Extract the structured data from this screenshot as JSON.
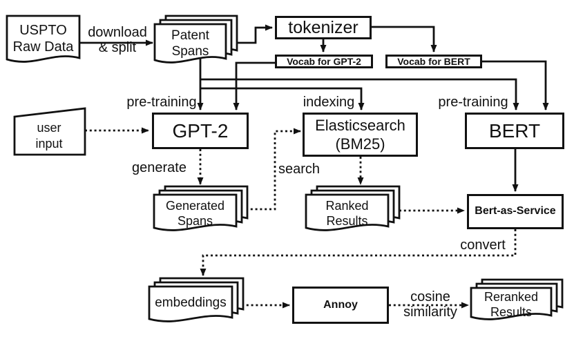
{
  "colors": {
    "ink": "#111111",
    "background": "#ffffff"
  },
  "nodes": {
    "uspto": {
      "shape": "document",
      "line1": "USPTO",
      "line2": "Raw Data"
    },
    "patent_spans": {
      "shape": "document-stack",
      "line1": "Patent",
      "line2": "Spans"
    },
    "tokenizer": {
      "shape": "rect",
      "label": "tokenizer"
    },
    "vocab_gpt2": {
      "shape": "rect",
      "label": "Vocab for GPT-2"
    },
    "vocab_bert": {
      "shape": "rect",
      "label": "Vocab for BERT"
    },
    "user_input": {
      "shape": "manual-input",
      "line1": "user",
      "line2": "input"
    },
    "gpt2": {
      "shape": "rect",
      "label": "GPT-2"
    },
    "elasticsearch": {
      "shape": "rect",
      "line1": "Elasticsearch",
      "line2": "(BM25)"
    },
    "bert": {
      "shape": "rect",
      "label": "BERT"
    },
    "generated_spans": {
      "shape": "document-stack",
      "line1": "Generated",
      "line2": "Spans"
    },
    "ranked_results": {
      "shape": "document-stack",
      "line1": "Ranked",
      "line2": "Results"
    },
    "bert_as_service": {
      "shape": "rect",
      "label": "Bert-as-Service"
    },
    "embeddings": {
      "shape": "document-stack",
      "label": "embeddings"
    },
    "annoy": {
      "shape": "rect",
      "label": "Annoy"
    },
    "reranked_results": {
      "shape": "document-stack",
      "line1": "Reranked",
      "line2": "Results"
    }
  },
  "edge_labels": {
    "download_split": {
      "line1": "download",
      "line2": "& split"
    },
    "pretrain_gpt2": "pre-training",
    "indexing": "indexing",
    "pretrain_bert": "pre-training",
    "generate": "generate",
    "search": "search",
    "convert": "convert",
    "cosine_similarity": {
      "line1": "cosine",
      "line2": "similarity"
    }
  }
}
